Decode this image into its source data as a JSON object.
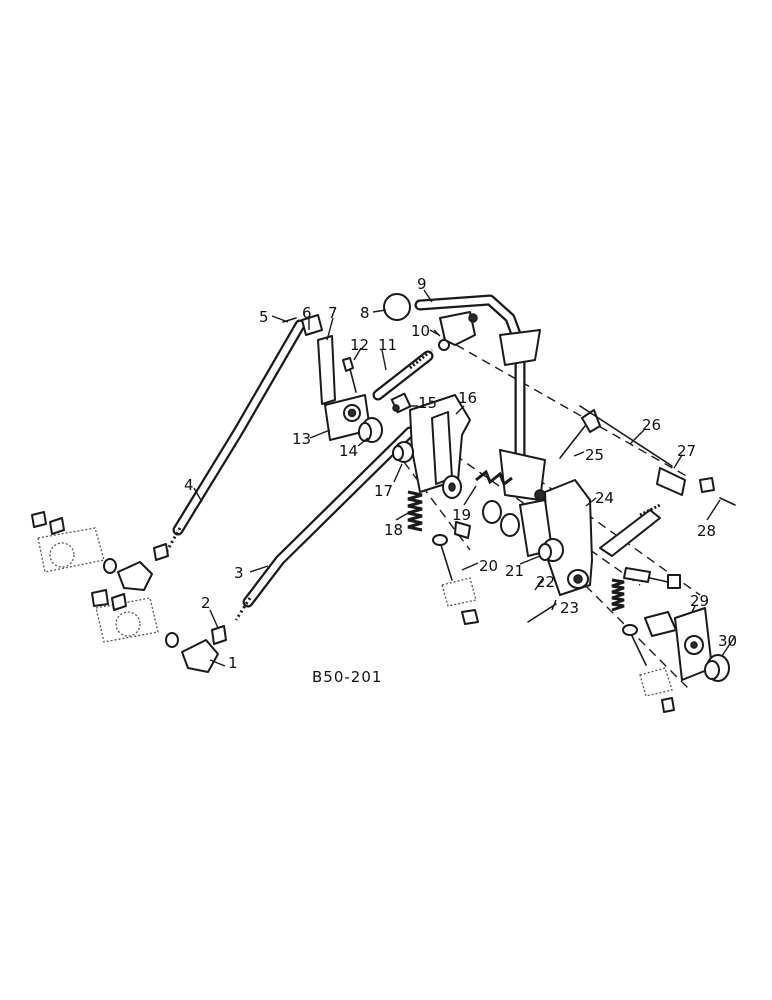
{
  "figure_ref": "B50-201",
  "callouts": [
    "1",
    "2",
    "3",
    "4",
    "5",
    "6",
    "7",
    "8",
    "9",
    "10",
    "11",
    "12",
    "13",
    "14",
    "15",
    "16",
    "17",
    "18",
    "19",
    "20",
    "21",
    "22",
    "23",
    "24",
    "25",
    "26",
    "27",
    "28",
    "29",
    "30"
  ]
}
